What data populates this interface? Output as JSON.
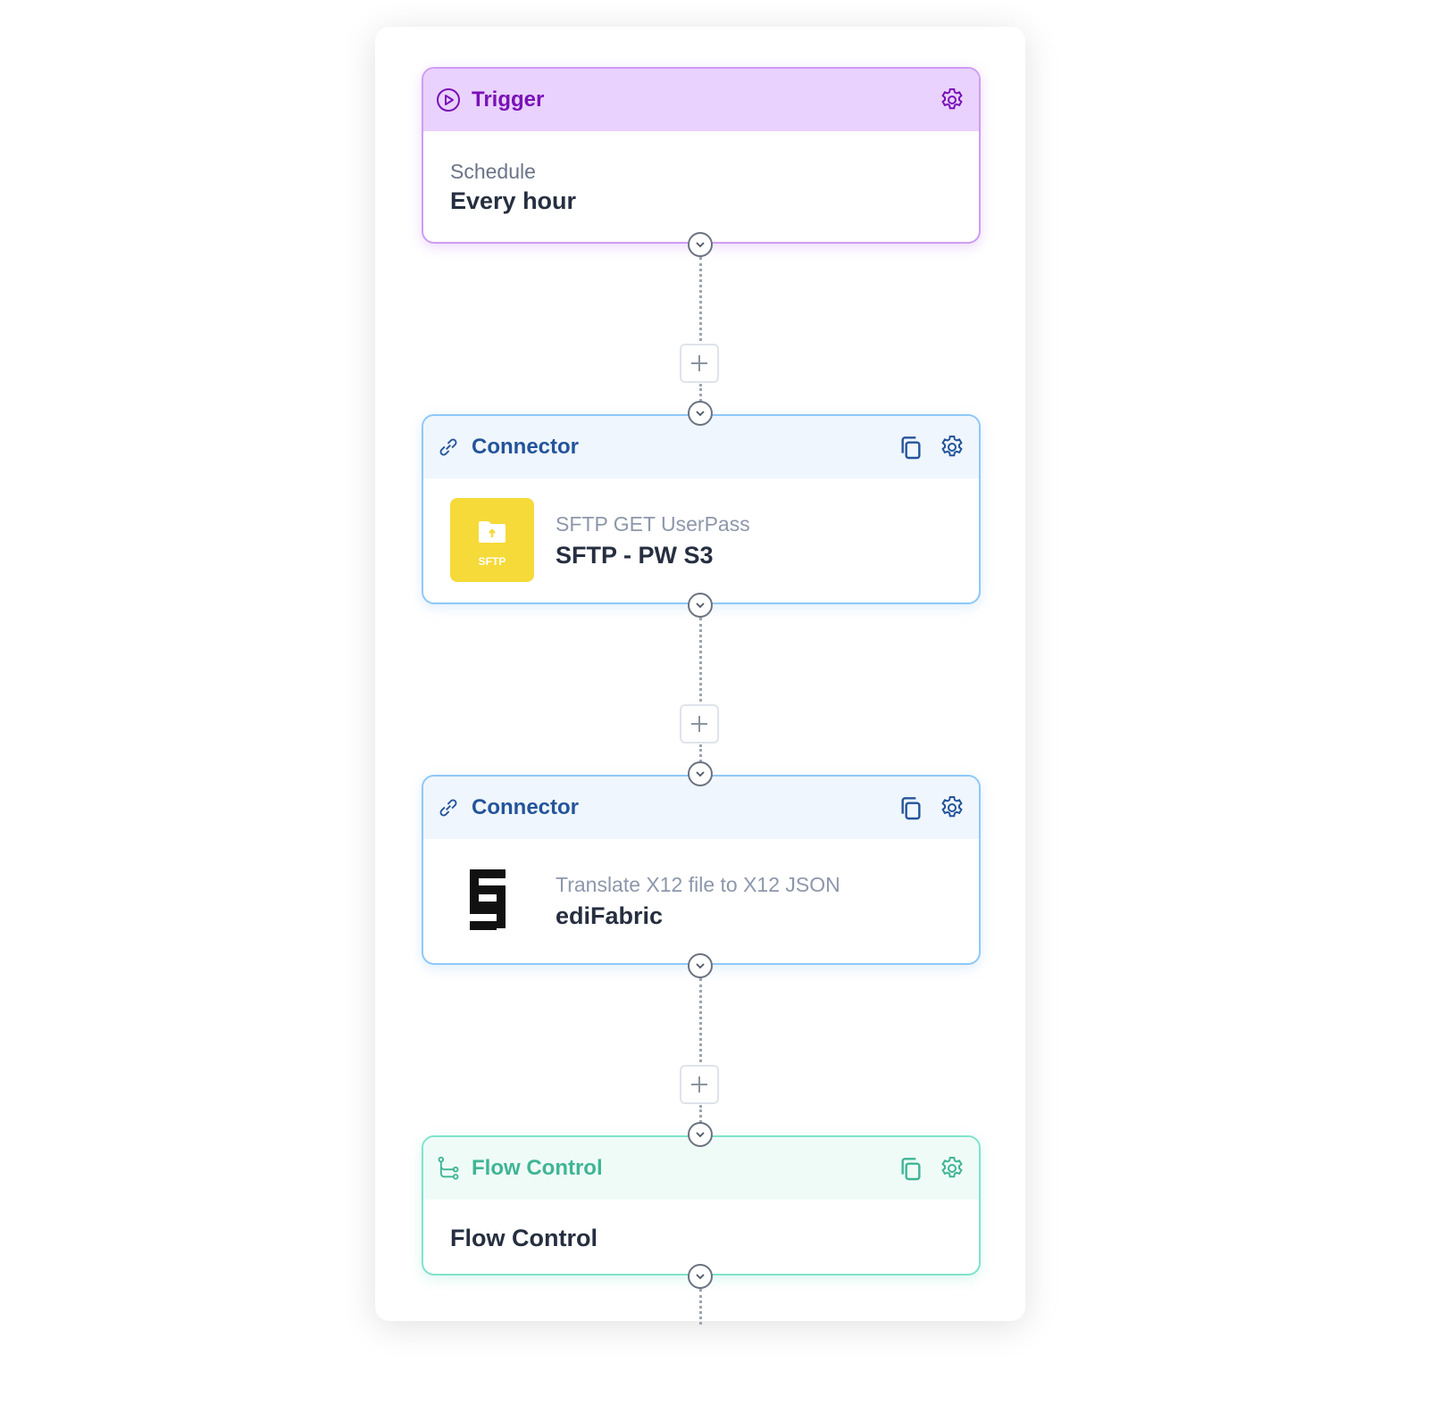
{
  "steps": {
    "trigger": {
      "header": "Trigger",
      "label": "Schedule",
      "value": "Every hour",
      "icon": "play-circle-icon",
      "color": "#7a10b8"
    },
    "connector1": {
      "header": "Connector",
      "label": "SFTP GET UserPass",
      "value": "SFTP - PW S3",
      "logo_text": "SFTP",
      "icon": "link-icon",
      "color": "#24549a"
    },
    "connector2": {
      "header": "Connector",
      "label": "Translate X12 file to X12 JSON",
      "value": "ediFabric",
      "icon": "link-icon",
      "color": "#24549a"
    },
    "flow": {
      "header": "Flow Control",
      "value": "Flow Control",
      "icon": "branch-icon",
      "color": "#3fb595"
    }
  }
}
